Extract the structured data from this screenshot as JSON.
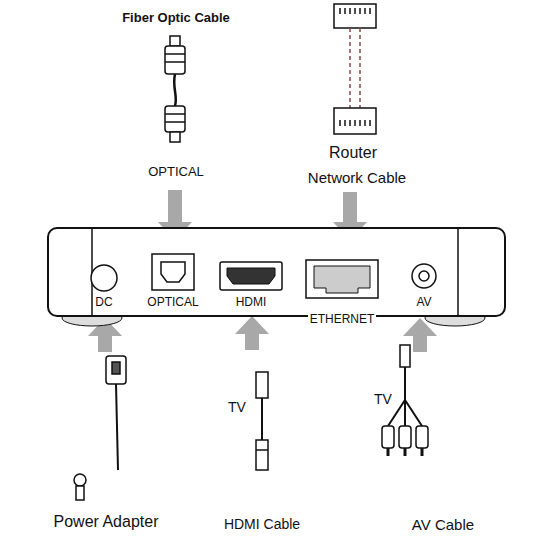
{
  "diagram": {
    "labels": [
      "Fiber Optic Cable",
      "OPTICAL",
      "Router",
      "Network Cable",
      "DC",
      "OPTICAL",
      "HDMI",
      "ETHERNET",
      "AV",
      "TV",
      "TV",
      "Power Adapter",
      "HDMI Cable",
      "AV Cable"
    ]
  }
}
